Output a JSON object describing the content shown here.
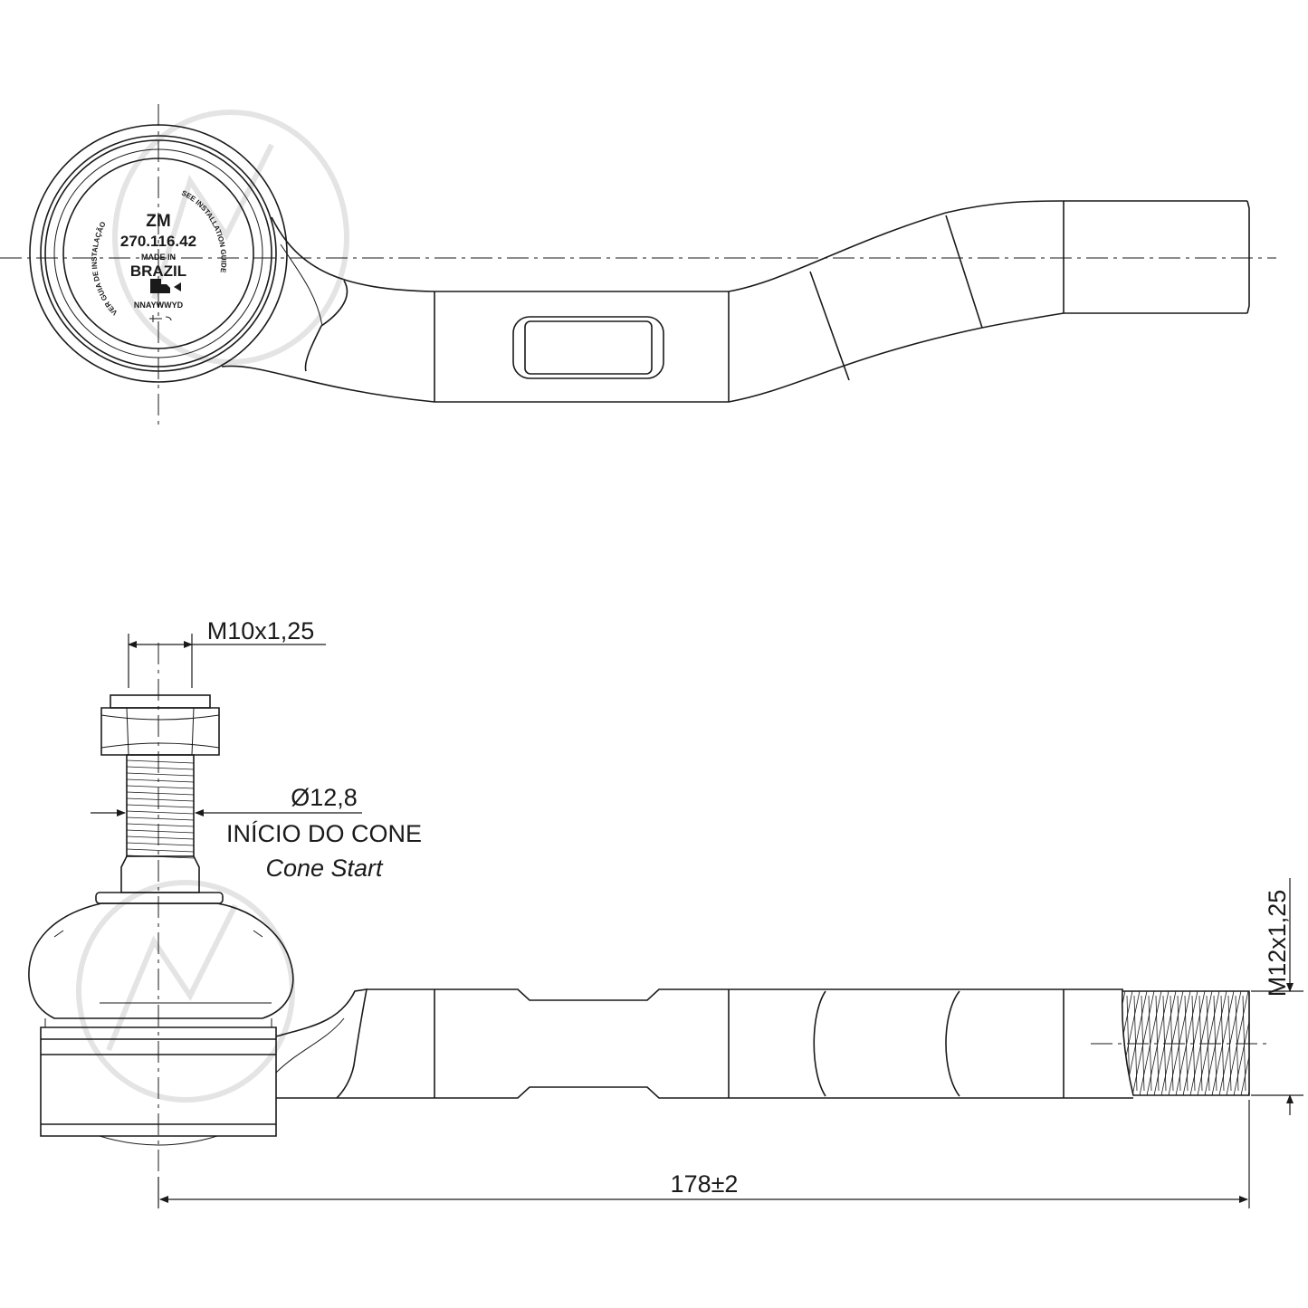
{
  "drawing": {
    "dimensions": {
      "stud_thread": "M10x1,25",
      "cone_diameter": "Ø12,8",
      "cone_label_pt": "INÍCIO DO CONE",
      "cone_label_en": "Cone Start",
      "shank_thread": "M12x1,25",
      "overall_length": "178±2"
    },
    "marking": {
      "brand": "ZM",
      "part_number": "270.116.42",
      "made_in": "MADE IN",
      "country": "BRAZIL",
      "date_code": "NNAYWWYD",
      "ring_left": "VER GUIA DE INSTALAÇÃO",
      "ring_right": "SEE INSTALLATION GUIDE"
    },
    "colors": {
      "line": "#1a1a1a",
      "watermark": "#e4e4e4",
      "background": "#ffffff"
    }
  }
}
